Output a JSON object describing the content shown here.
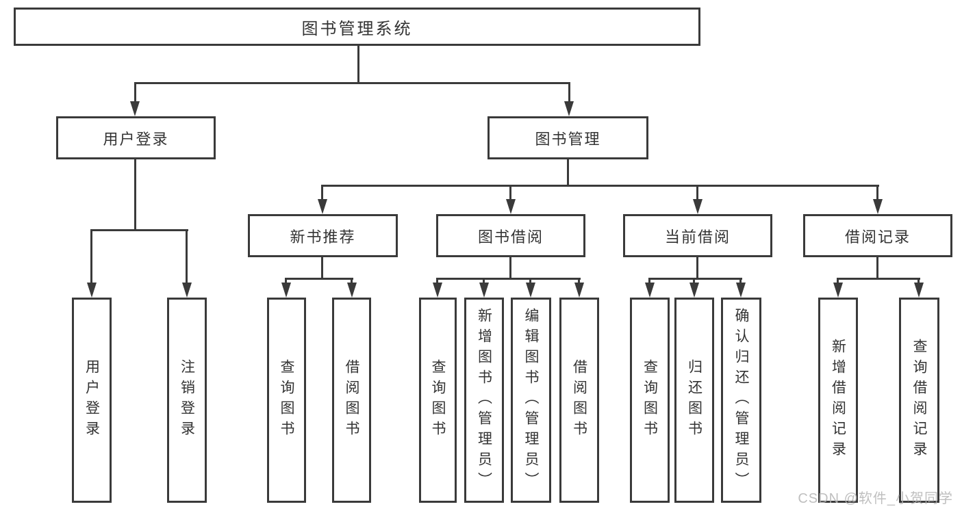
{
  "colors": {
    "line": "#3a3a3a",
    "text": "#333333",
    "box_bg": "#ffffff",
    "watermark": "#b4b4b4"
  },
  "watermark": "CSDN @软件_小贺同学",
  "tree": {
    "root": {
      "label": "图书管理系统"
    },
    "branches": [
      {
        "label": "用户登录",
        "children": [
          {
            "label": "用户登录"
          },
          {
            "label": "注销登录"
          }
        ]
      },
      {
        "label": "图书管理",
        "children": [
          {
            "label": "新书推荐",
            "children": [
              {
                "label": "查询图书"
              },
              {
                "label": "借阅图书"
              }
            ]
          },
          {
            "label": "图书借阅",
            "children": [
              {
                "label": "查询图书"
              },
              {
                "label": "新增图书（管理员）"
              },
              {
                "label": "编辑图书（管理员）"
              },
              {
                "label": "借阅图书"
              }
            ]
          },
          {
            "label": "当前借阅",
            "children": [
              {
                "label": "查询图书"
              },
              {
                "label": "归还图书"
              },
              {
                "label": "确认归还（管理员）"
              }
            ]
          },
          {
            "label": "借阅记录",
            "children": [
              {
                "label": "新增借阅记录"
              },
              {
                "label": "查询借阅记录"
              }
            ]
          }
        ]
      }
    ]
  }
}
